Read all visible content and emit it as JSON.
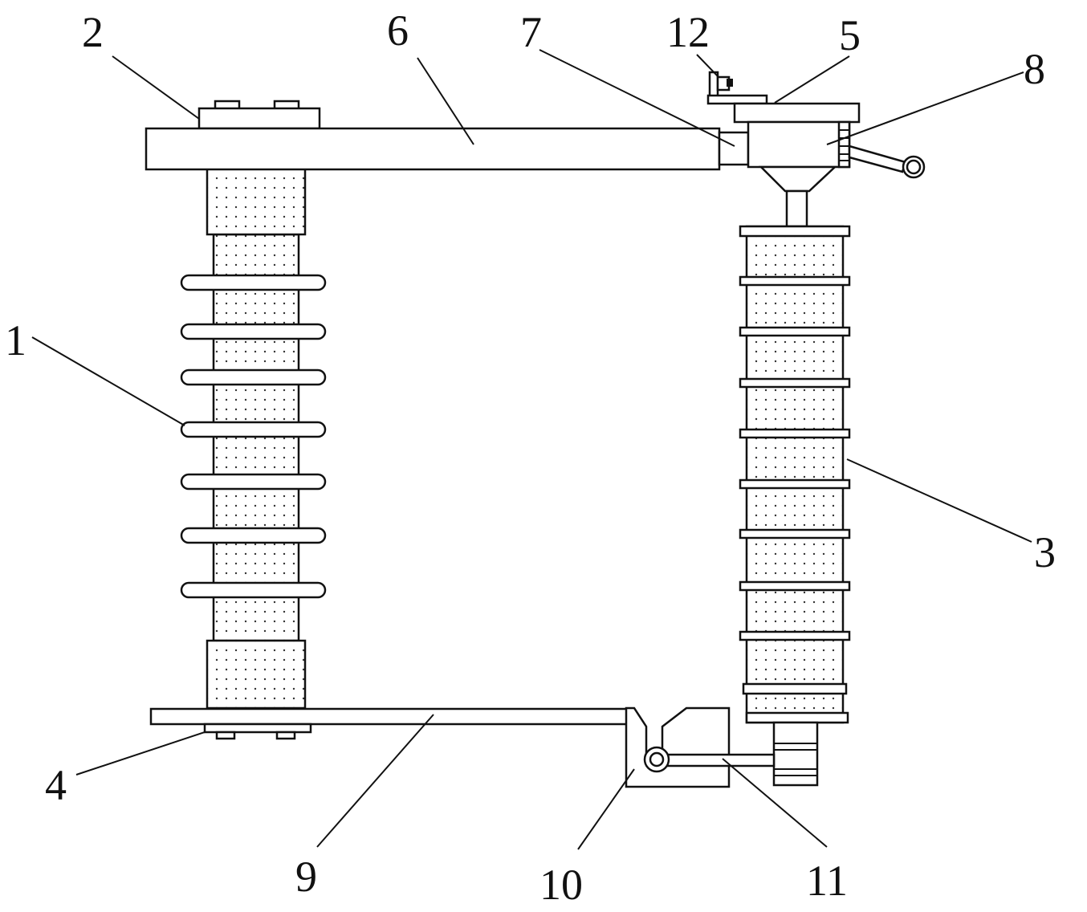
{
  "title": "Insulator switch assembly (patent drawing)",
  "labels": {
    "l1": "1",
    "l2": "2",
    "l3": "3",
    "l4": "4",
    "l5": "5",
    "l6": "6",
    "l7": "7",
    "l8": "8",
    "l9": "9",
    "l10": "10",
    "l11": "11",
    "l12": "12"
  },
  "colors": {
    "line": "#111111",
    "background": "#ffffff"
  }
}
